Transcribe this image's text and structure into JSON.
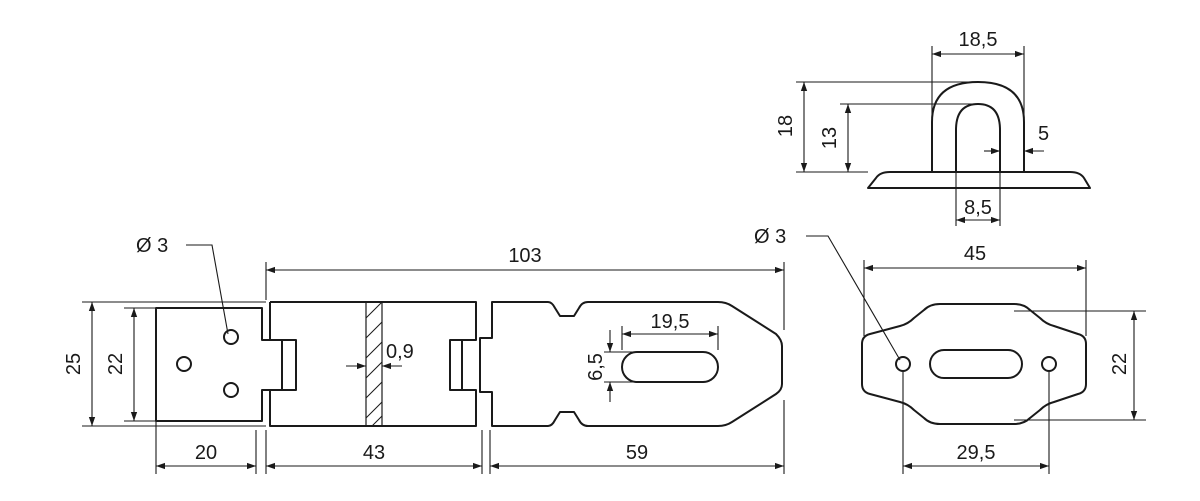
{
  "colors": {
    "ink": "#1a1a1a",
    "background": "#ffffff"
  },
  "views": {
    "hasp": {
      "overall_length": "103",
      "height_outer": "25",
      "height_inner": "22",
      "plate_left_width": "20",
      "plate_middle_width": "43",
      "plate_right_width": "59",
      "hole_diameter": "Ø 3",
      "thickness": "0,9",
      "slot_length": "19,5",
      "slot_width": "6,5"
    },
    "staple_side": {
      "width_top": "18,5",
      "height_total": "18",
      "height_inner": "13",
      "wall": "5",
      "inner_gap": "8,5"
    },
    "staple_plate": {
      "width": "45",
      "height": "22",
      "hole_diameter": "Ø 3",
      "hole_spacing": "29,5"
    }
  }
}
